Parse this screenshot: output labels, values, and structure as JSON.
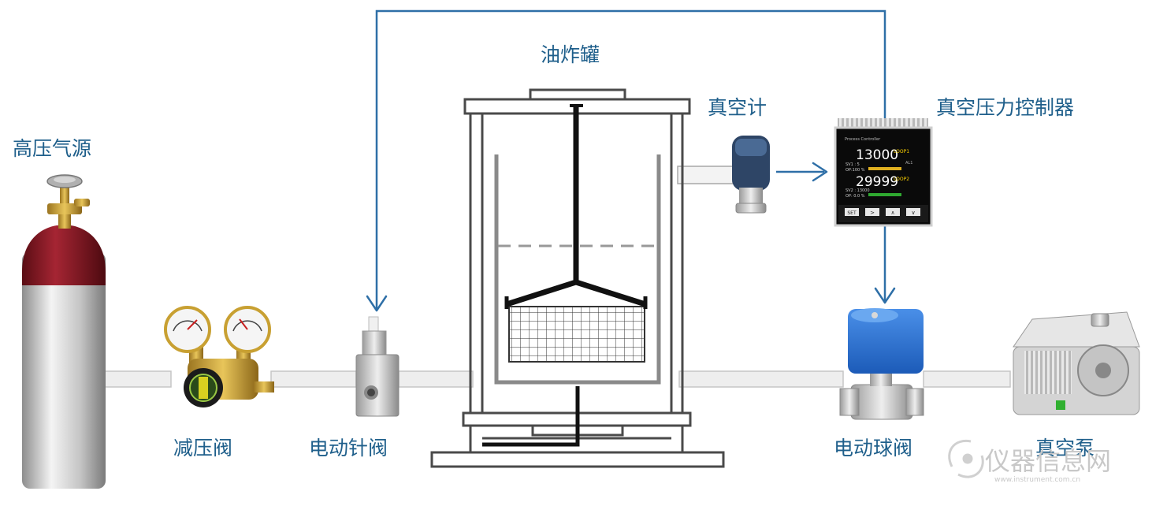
{
  "colors": {
    "label": "#1f5f8b",
    "signal_line": "#2e6fa7",
    "pipe_fill": "#eeeeee",
    "pipe_border": "#c6c6c6",
    "tank_line": "#4a4a4a",
    "cylinder_cap": "#8b1a25",
    "cylinder_body": "#c9c9c9",
    "valve_blue": "#2a6fd0",
    "controller_bg": "#0a0a0a"
  },
  "labels": {
    "gas_source": "高压气源",
    "pressure_reducer": "减压阀",
    "electric_needle_valve": "电动针阀",
    "fryer_tank": "油炸罐",
    "vacuum_gauge": "真空计",
    "vacuum_controller": "真空压力控制器",
    "electric_ball_valve": "电动球阀",
    "vacuum_pump": "真空泵"
  },
  "controller_display": {
    "title": "Process Controller",
    "pv1": "13000",
    "loop1": "LOOP1",
    "sv1": "SV1 : 5",
    "op1": "OP:100 %",
    "pv2": "29999",
    "loop2": "LOOP2",
    "sv2": "SV2 : 13000",
    "op2": "OP: 0.0 %",
    "mark": "AL1",
    "buttons": [
      "SET",
      ">",
      "∧",
      "∨"
    ]
  },
  "watermark": {
    "text": "仪器信息网",
    "sub": "www.instrument.com.cn"
  },
  "icons": {
    "arrow": "arrow-head-icon",
    "wheel": "handwheel-icon",
    "gauge": "pressure-gauge-icon",
    "logo": "watermark-logo-icon"
  }
}
